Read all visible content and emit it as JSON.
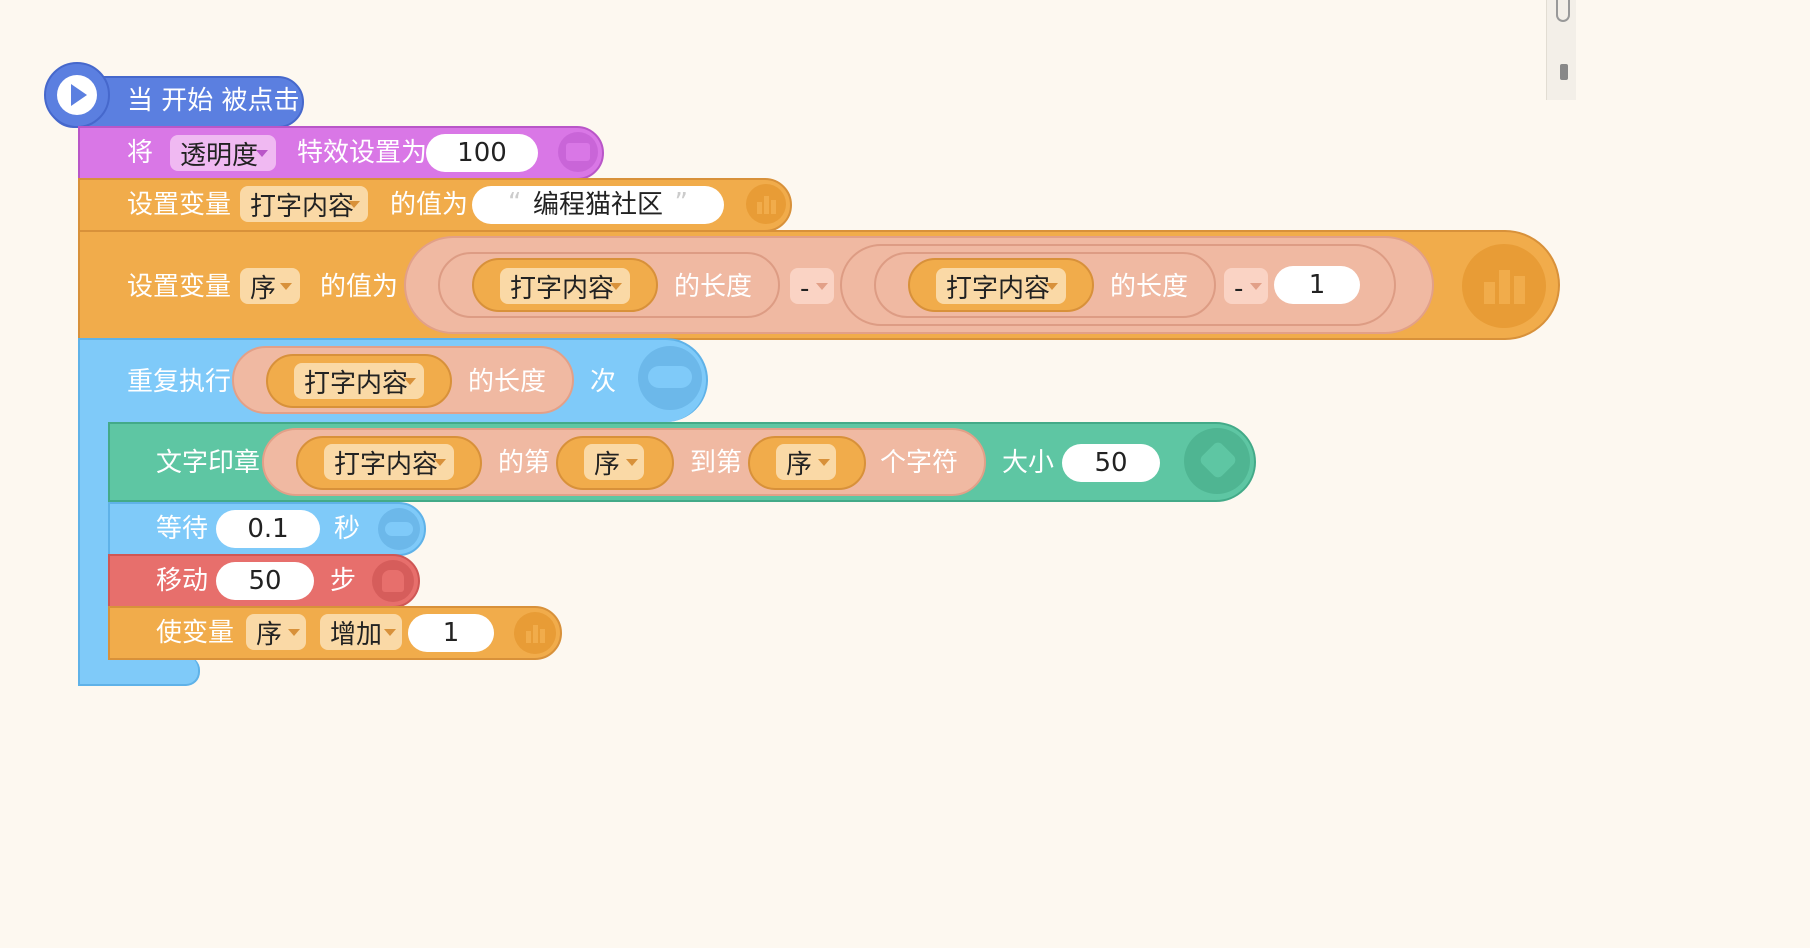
{
  "hat_block": {
    "label": "当 开始 被点击"
  },
  "effect_block": {
    "label_prefix": "将",
    "effect": "透明度",
    "label_mid": "特效设置为",
    "value": "100"
  },
  "setvar1_block": {
    "label": "设置变量",
    "variable": "打字内容",
    "label_mid": "的值为",
    "value": "编程猫社区",
    "quote_open": "“",
    "quote_close": "”"
  },
  "setvar2_block": {
    "label": "设置变量",
    "variable": "序",
    "label_mid": "的值为",
    "expr": {
      "left_var": "打字内容",
      "left_len": "的长度",
      "op1": "-",
      "right_var": "打字内容",
      "right_len": "的长度",
      "op2": "-",
      "operand": "1"
    }
  },
  "repeat_block": {
    "label": "重复执行",
    "var": "打字内容",
    "len": "的长度",
    "suffix": "次"
  },
  "stamp_block": {
    "label": "文字印章",
    "var": "打字内容",
    "of_nth": "的第",
    "from": "序",
    "to_nth": "到第",
    "to": "序",
    "chars": "个字符",
    "size_label": "大小",
    "size": "50"
  },
  "wait_block": {
    "label": "等待",
    "value": "0.1",
    "unit": "秒"
  },
  "move_block": {
    "label": "移动",
    "value": "50",
    "unit": "步"
  },
  "change_block": {
    "label": "使变量",
    "variable": "序",
    "op": "增加",
    "value": "1"
  },
  "colors": {
    "events": "#5b7fe0",
    "looks": "#d977e6",
    "variables": "#f1ac4b",
    "control": "#7fcaf9",
    "pen": "#5ec6a3",
    "motion": "#e76f6c",
    "operators": "#f0b9a2"
  }
}
